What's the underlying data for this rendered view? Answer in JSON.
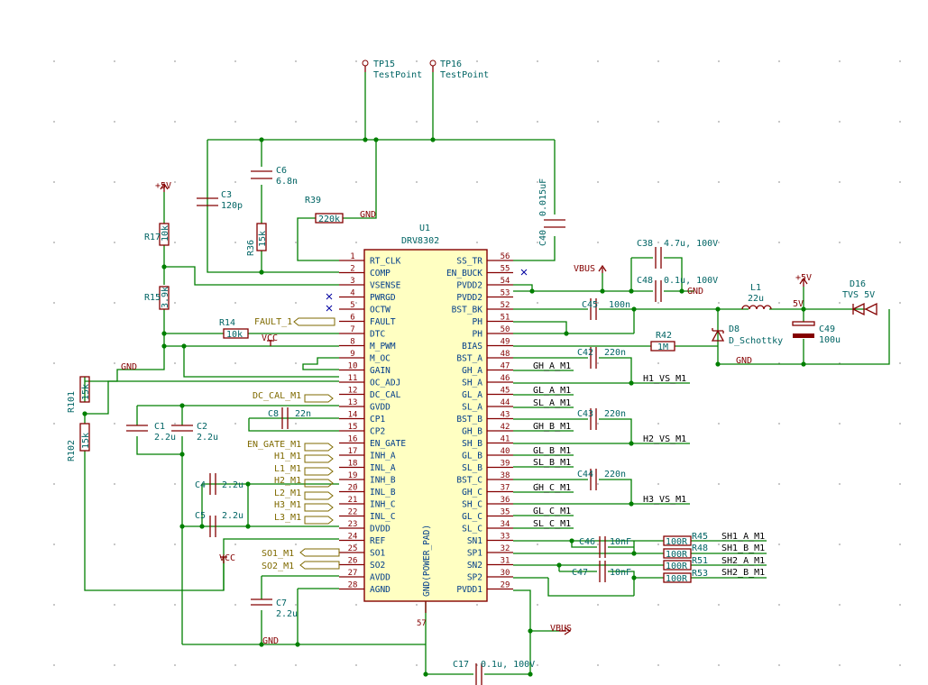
{
  "u1": {
    "ref": "U1",
    "value": "DRV8302",
    "pad_label": "GND(POWER_PAD)",
    "pad_pin": "57"
  },
  "pins_left": [
    {
      "n": "1",
      "name": "RT_CLK"
    },
    {
      "n": "2",
      "name": "COMP"
    },
    {
      "n": "3",
      "name": "VSENSE"
    },
    {
      "n": "4",
      "name": "PWRGD"
    },
    {
      "n": "5",
      "name": "OCTW"
    },
    {
      "n": "6",
      "name": "FAULT"
    },
    {
      "n": "7",
      "name": "DTC"
    },
    {
      "n": "8",
      "name": "M_PWM"
    },
    {
      "n": "9",
      "name": "M_OC"
    },
    {
      "n": "10",
      "name": "GAIN"
    },
    {
      "n": "11",
      "name": "OC_ADJ"
    },
    {
      "n": "12",
      "name": "DC_CAL"
    },
    {
      "n": "13",
      "name": "GVDD"
    },
    {
      "n": "14",
      "name": "CP1"
    },
    {
      "n": "15",
      "name": "CP2"
    },
    {
      "n": "16",
      "name": "EN_GATE"
    },
    {
      "n": "17",
      "name": "INH_A"
    },
    {
      "n": "18",
      "name": "INL_A"
    },
    {
      "n": "19",
      "name": "INH_B"
    },
    {
      "n": "20",
      "name": "INL_B"
    },
    {
      "n": "21",
      "name": "INH_C"
    },
    {
      "n": "22",
      "name": "INL_C"
    },
    {
      "n": "23",
      "name": "DVDD"
    },
    {
      "n": "24",
      "name": "REF"
    },
    {
      "n": "25",
      "name": "SO1"
    },
    {
      "n": "26",
      "name": "SO2"
    },
    {
      "n": "27",
      "name": "AVDD"
    },
    {
      "n": "28",
      "name": "AGND"
    }
  ],
  "pins_right": [
    {
      "n": "56",
      "name": "SS_TR"
    },
    {
      "n": "55",
      "name": "EN_BUCK"
    },
    {
      "n": "54",
      "name": "PVDD2"
    },
    {
      "n": "53",
      "name": "PVDD2"
    },
    {
      "n": "52",
      "name": "BST_BK"
    },
    {
      "n": "51",
      "name": "PH"
    },
    {
      "n": "50",
      "name": "PH"
    },
    {
      "n": "49",
      "name": "BIAS"
    },
    {
      "n": "48",
      "name": "BST_A"
    },
    {
      "n": "47",
      "name": "GH_A"
    },
    {
      "n": "46",
      "name": "SH_A"
    },
    {
      "n": "45",
      "name": "GL_A"
    },
    {
      "n": "44",
      "name": "SL_A"
    },
    {
      "n": "43",
      "name": "BST_B"
    },
    {
      "n": "42",
      "name": "GH_B"
    },
    {
      "n": "41",
      "name": "SH_B"
    },
    {
      "n": "40",
      "name": "GL_B"
    },
    {
      "n": "39",
      "name": "SL_B"
    },
    {
      "n": "38",
      "name": "BST_C"
    },
    {
      "n": "37",
      "name": "GH_C"
    },
    {
      "n": "36",
      "name": "SH_C"
    },
    {
      "n": "35",
      "name": "GL_C"
    },
    {
      "n": "34",
      "name": "SL_C"
    },
    {
      "n": "33",
      "name": "SN1"
    },
    {
      "n": "32",
      "name": "SP1"
    },
    {
      "n": "31",
      "name": "SN2"
    },
    {
      "n": "30",
      "name": "SP2"
    },
    {
      "n": "29",
      "name": "PVDD1"
    }
  ],
  "caps": [
    {
      "ref": "C3",
      "val": "120p"
    },
    {
      "ref": "C6",
      "val": "6.8n"
    },
    {
      "ref": "C40",
      "val": "0.015uF"
    },
    {
      "ref": "C38",
      "val": "4.7u, 100V"
    },
    {
      "ref": "C48",
      "val": "0.1u, 100V"
    },
    {
      "ref": "C45",
      "val": "100n"
    },
    {
      "ref": "C49",
      "val": "100u"
    },
    {
      "ref": "C42",
      "val": "220n"
    },
    {
      "ref": "C43",
      "val": "220n"
    },
    {
      "ref": "C44",
      "val": "220n"
    },
    {
      "ref": "C1",
      "val": "2.2u"
    },
    {
      "ref": "C2",
      "val": "2.2u"
    },
    {
      "ref": "C8",
      "val": "22n"
    },
    {
      "ref": "C4",
      "val": "2.2u"
    },
    {
      "ref": "C5",
      "val": "2.2u"
    },
    {
      "ref": "C7",
      "val": "2.2u"
    },
    {
      "ref": "C46",
      "val": "10nF"
    },
    {
      "ref": "C47",
      "val": "10nF"
    },
    {
      "ref": "C17",
      "val": "0.1u, 100V"
    }
  ],
  "res": [
    {
      "ref": "R39",
      "val": "220k"
    },
    {
      "ref": "R36",
      "val": "15k"
    },
    {
      "ref": "R17",
      "val": "10k"
    },
    {
      "ref": "R15",
      "val": "3.9k"
    },
    {
      "ref": "R14",
      "val": "10k"
    },
    {
      "ref": "R101",
      "val": "15k"
    },
    {
      "ref": "R102",
      "val": "15k"
    },
    {
      "ref": "R42",
      "val": "1M"
    },
    {
      "ref": "R45",
      "val": "100R"
    },
    {
      "ref": "R48",
      "val": "100R"
    },
    {
      "ref": "R51",
      "val": "100R"
    },
    {
      "ref": "R53",
      "val": "100R"
    }
  ],
  "misc": {
    "tp15": "TP15",
    "tp16": "TestPoint",
    "tp15v": "TestPoint",
    "tp16r": "TP16",
    "l1": "L1",
    "l1v": "22u",
    "d8": "D8",
    "d8v": "D_Schottky",
    "d16": "D16",
    "d16v": "TVS 5V",
    "gnd": "GND",
    "vcc": "VCC",
    "vbus": "VBUS",
    "p5v": "+5V",
    "p5v_small": "5V"
  },
  "hlabels": [
    "FAULT_1",
    "DC_CAL_M1",
    "EN_GATE_M1",
    "H1_M1",
    "L1_M1",
    "H2_M1",
    "L2_M1",
    "H3_M1",
    "L3_M1",
    "SO1_M1",
    "SO2_M1"
  ],
  "nets": [
    "GH_A_M1",
    "H1_VS_M1",
    "GL_A_M1",
    "SL_A_M1",
    "GH_B_M1",
    "H2_VS_M1",
    "GL_B_M1",
    "SL_B_M1",
    "GH_C_M1",
    "H3_VS_M1",
    "GL_C_M1",
    "SL_C_M1",
    "SH1_A_M1",
    "SH1_B_M1",
    "SH2_A_M1",
    "SH2_B_M1"
  ]
}
